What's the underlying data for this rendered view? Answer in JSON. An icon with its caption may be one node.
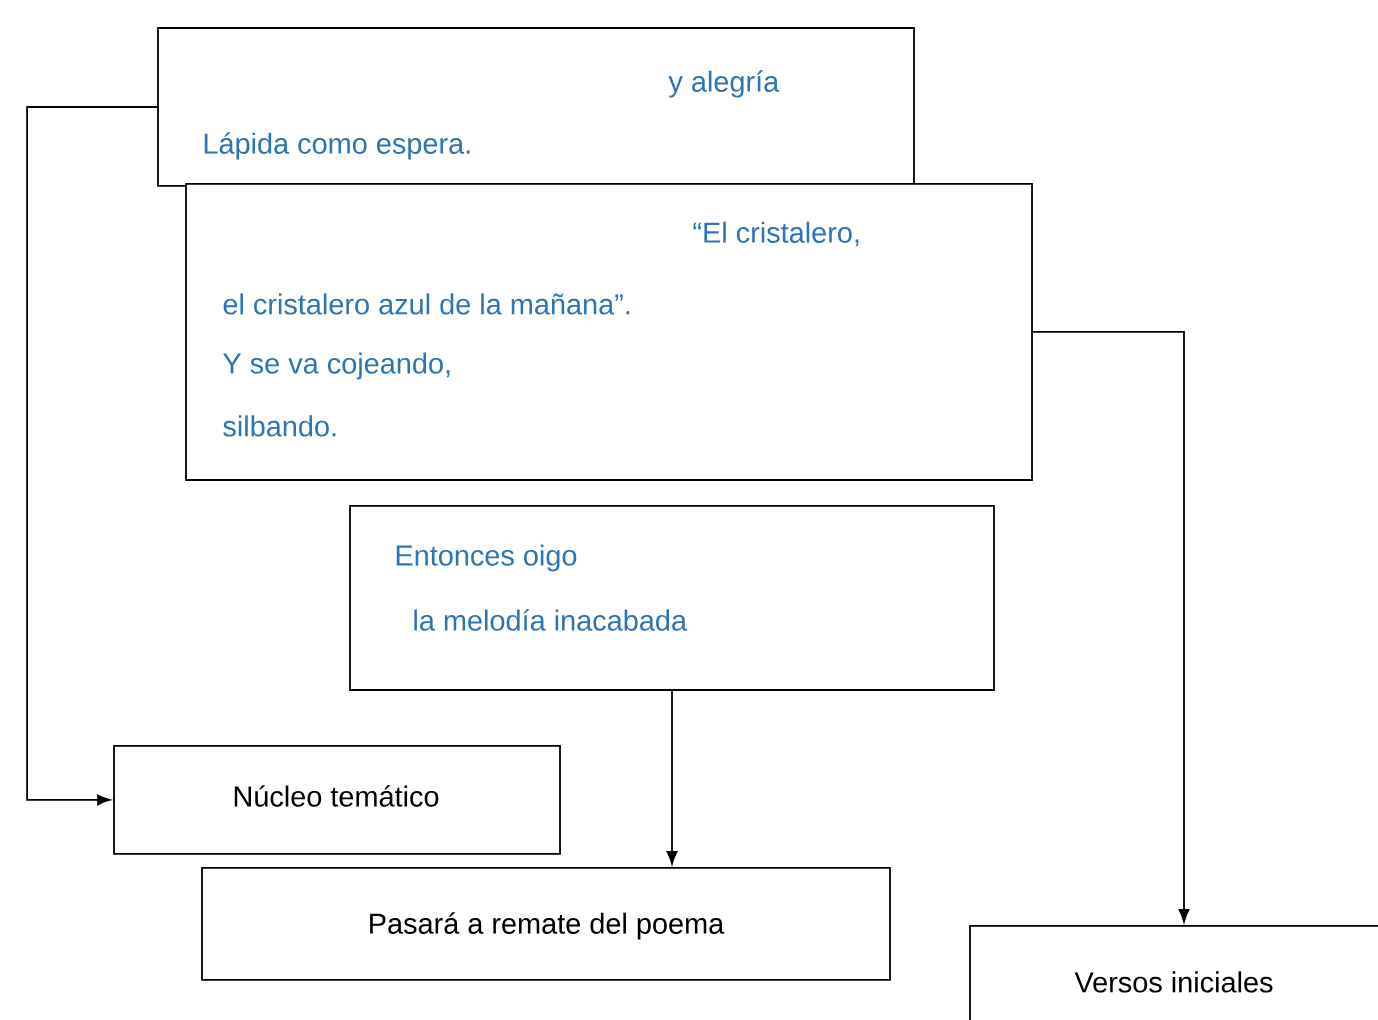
{
  "diagram": {
    "nodes": [
      {
        "text": [
          "y alegría",
          "Lápida como espera."
        ]
      },
      {
        "text": [
          "“El cristalero,",
          "el cristalero azul de la mañana”.",
          "Y se va cojeando,",
          "silbando."
        ]
      },
      {
        "text": [
          "Entonces oigo",
          "la melodía inacabada"
        ]
      },
      {
        "text": [
          "Núcleo temático"
        ]
      },
      {
        "text": [
          "Pasará a remate del poema"
        ]
      },
      {
        "text": [
          "Versos iniciales"
        ]
      }
    ],
    "edges": [
      {
        "from": 0,
        "to": 3,
        "arrow": "to"
      },
      {
        "from": 1,
        "to": 5,
        "arrow": "to"
      },
      {
        "from": 2,
        "to": 4,
        "arrow": "to"
      }
    ]
  }
}
